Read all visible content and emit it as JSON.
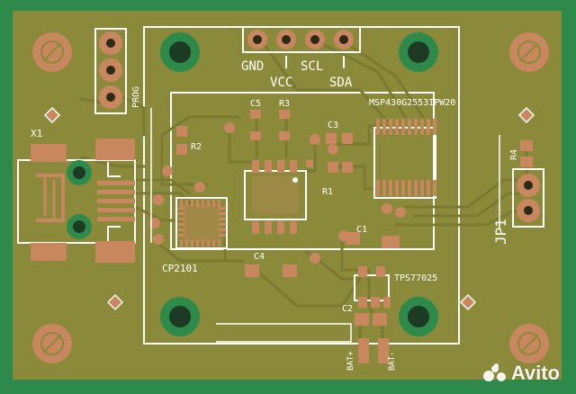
{
  "board": {
    "colors": {
      "mask": "#8a8a3a",
      "mask_edge": "#2e8a4a",
      "copper": "#c8875f",
      "silk": "#ffffff",
      "trace": "#7d7d33",
      "drill": "#1d3a22"
    },
    "labels": {
      "prog": "PROG",
      "x1": "X1",
      "gnd": "GND",
      "vcc": "VCC",
      "scl": "SCL",
      "sda": "SDA",
      "mcu": "MSP430G2553IPW20",
      "c5": "C5",
      "r3": "R3",
      "c3": "C3",
      "r2": "R2",
      "r1": "R1",
      "r4": "R4",
      "jp1": "JP1",
      "c1": "C1",
      "c4": "C4",
      "cp2101": "CP2101",
      "tps": "TPS77025",
      "c2": "C2",
      "bat_plus": "BAT+",
      "bat_minus": "BAT-"
    }
  },
  "watermark": {
    "text": "Avito"
  }
}
